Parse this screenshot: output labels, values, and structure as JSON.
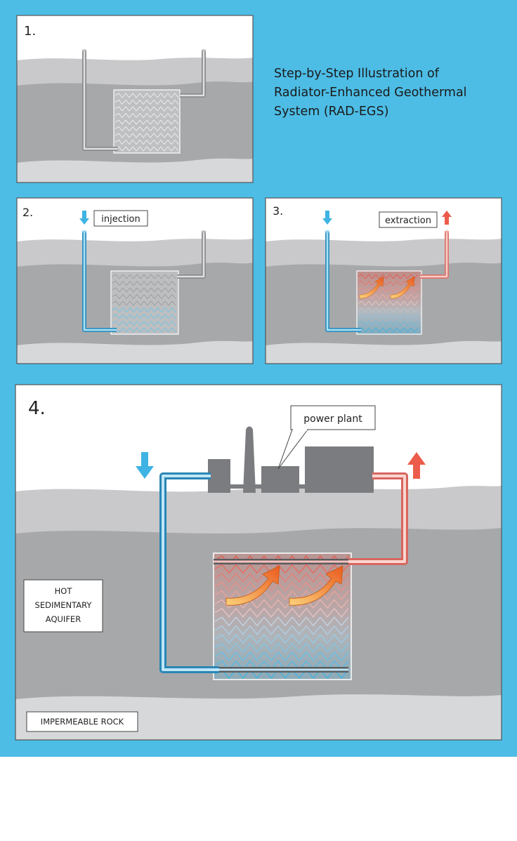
{
  "title": "Step-by-Step Illustration of\nRadiator-Enhanced Geothermal\nSystem (RAD-EGS)",
  "title_lines": [
    "Step-by-Step Illustration of",
    "Radiator-Enhanced Geothermal",
    "System (RAD-EGS)"
  ],
  "panels": [
    {
      "number": "1."
    },
    {
      "number": "2.",
      "callout": "injection"
    },
    {
      "number": "3.",
      "callout": "extraction"
    },
    {
      "number": "4.",
      "callout": "power plant"
    }
  ],
  "labels": {
    "aquifer": [
      "HOT",
      "SEDIMENTARY",
      "AQUIFER"
    ],
    "impermeable": "IMPERMEABLE ROCK"
  },
  "colors": {
    "background": "#4dbde6",
    "cold_flow": "#3fb3e3",
    "hot_flow": "#ec5c4a",
    "heat_arrow": "#f08a24",
    "surface_layer": "#c9c9cb",
    "aquifer_layer": "#a7a8aa",
    "deep_layer": "#d7d8da",
    "structure": "#7b7c7f"
  },
  "icons": [
    "down-arrow-icon",
    "up-arrow-icon",
    "heat-flow-arrow-icon",
    "fracture-network-icon",
    "pipe-icon",
    "power-plant-icon"
  ]
}
